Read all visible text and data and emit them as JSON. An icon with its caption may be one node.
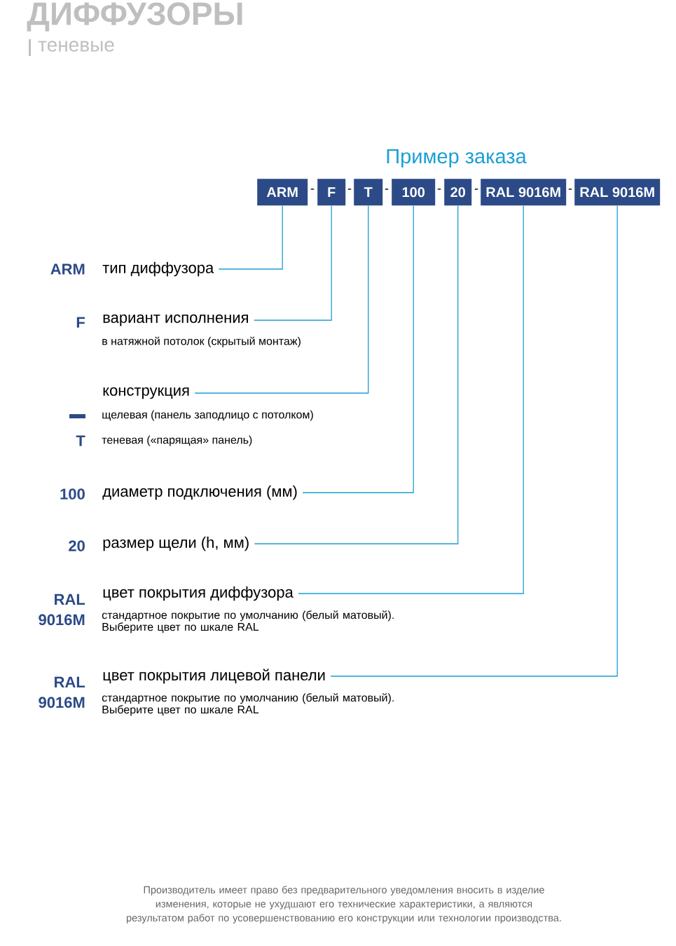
{
  "diagram": {
    "title": "Пример заказа",
    "nodes": [
      {
        "text": [
          "ARM"
        ]
      },
      {
        "text": [
          "F"
        ]
      },
      {
        "text": [
          "T"
        ]
      },
      {
        "text": [
          "100"
        ]
      },
      {
        "text": [
          "20"
        ]
      },
      {
        "text": [
          "RAL 9016M"
        ]
      },
      {
        "text": [
          "RAL 9016M"
        ]
      },
      {
        "text": [
          "тип диффузора"
        ]
      },
      {
        "text": [
          "вариант исполнения"
        ],
        "beside": [
          "в натяжной потолок (скрытый монтаж)"
        ]
      },
      {
        "text": [
          "конструкция"
        ],
        "beside": [
          "щелевая (панель заподлицо с потолком)",
          "теневая («парящая» панель)"
        ]
      },
      {
        "text": [
          "диаметр подключения (мм)"
        ]
      },
      {
        "text": [
          "размер щели (h, мм)"
        ]
      },
      {
        "text": [
          "цвет покрытия диффузора"
        ],
        "beside": [
          "стандартное покрытие по умолчанию (белый матовый). Выберите цвет по шкале RAL"
        ]
      },
      {
        "text": [
          "цвет покрытия лицевой панели"
        ],
        "beside": [
          "стандартное покрытие по умолчанию (белый матовый). Выберите цвет по шкале RAL"
        ]
      }
    ],
    "edges": [
      {
        "from": 0,
        "to": 7,
        "arrow": "none"
      },
      {
        "from": 1,
        "to": 8,
        "arrow": "none"
      },
      {
        "from": 2,
        "to": 9,
        "arrow": "none"
      },
      {
        "from": 3,
        "to": 10,
        "arrow": "none"
      },
      {
        "from": 4,
        "to": 11,
        "arrow": "none"
      },
      {
        "from": 5,
        "to": 12,
        "arrow": "none"
      },
      {
        "from": 6,
        "to": 13,
        "arrow": "none"
      }
    ],
    "labels": [
      "ДИФФУЗОРЫ",
      "теневые",
      "-",
      "-",
      "-",
      "-",
      "-",
      "-",
      "ARM",
      "F",
      "T",
      "100",
      "20",
      "RAL 9016M",
      "RAL 9016M",
      "Производитель имеет право без предварительного уведомления вносить в изделие изменения, которые не ухудшают его технические характеристики, а являются результатом работ по усовершенствованию его конструкции или технологии производства."
    ]
  }
}
